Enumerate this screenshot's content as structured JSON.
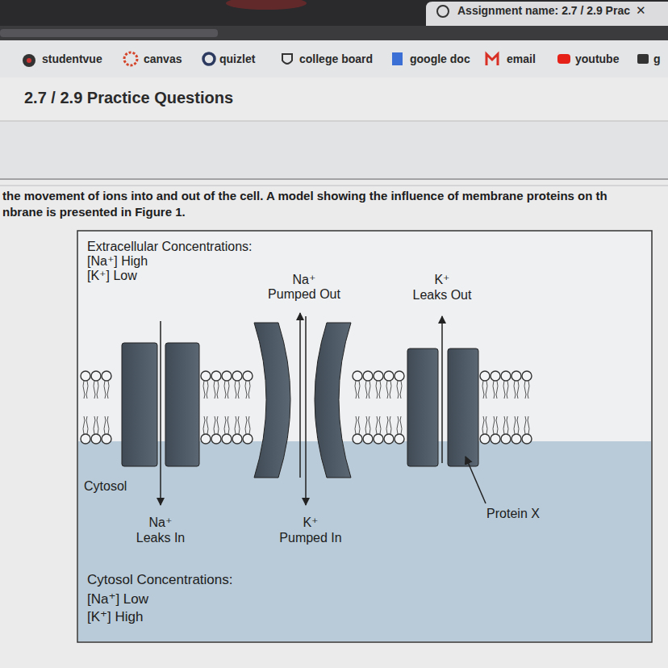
{
  "diagram": {
    "title": "2.7 / 2.9 Practice Questions",
    "labels": [
      "Assignment name: 2.7 / 2.9 Prac",
      "✕",
      "studentvue",
      "canvas",
      "quizlet",
      "college board",
      "google doc",
      "email",
      "youtube",
      "g",
      "the movement of ions into and out of the cell. A model showing the influence of membrane proteins on th",
      "nbrane is presented in Figure 1.",
      "Extracellular Concentrations:",
      "[Na⁺] High",
      "[K⁺] Low",
      "Na⁺",
      "Pumped Out",
      "K⁺",
      "Leaks Out",
      "Cytosol",
      "Na⁺",
      "Leaks In",
      "K⁺",
      "Pumped In",
      "Protein X",
      "Cytosol Concentrations:",
      "[Na⁺] Low",
      "[K⁺] High"
    ]
  }
}
